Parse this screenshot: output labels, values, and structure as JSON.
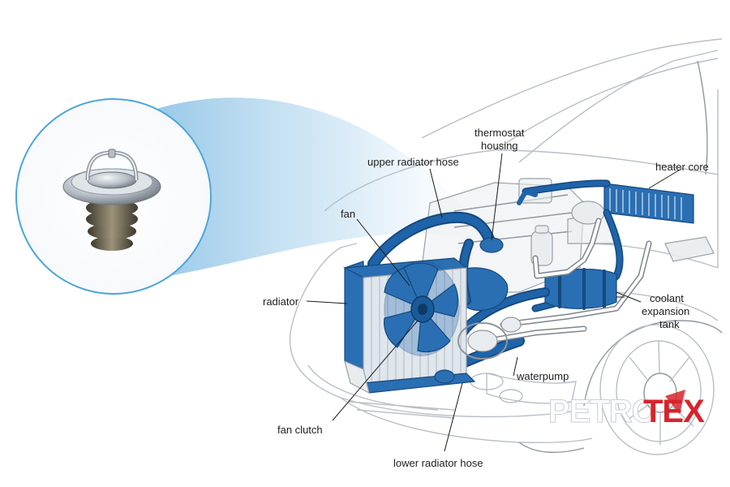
{
  "labels": {
    "thermostat_housing_line1": "thermostat",
    "thermostat_housing_line2": "housing",
    "upper_radiator_hose": "upper radiator hose",
    "heater_core": "heater core",
    "fan": "fan",
    "radiator": "radiator",
    "coolant_line1": "coolant",
    "coolant_line2": "expansion",
    "coolant_line3": "tank",
    "waterpump": "waterpump",
    "fan_clutch": "fan clutch",
    "lower_radiator_hose": "lower radiator hose"
  },
  "brand": {
    "part_white": "PETRO",
    "part_red": "TEX"
  },
  "colors": {
    "hose_blue": "#1f63a8",
    "hose_dark": "#15497e",
    "outline_grey": "#b9bfc6",
    "halo_blue": "#9fcbea",
    "brand_red": "#d8232a",
    "circle_stroke": "#4da6d6"
  }
}
